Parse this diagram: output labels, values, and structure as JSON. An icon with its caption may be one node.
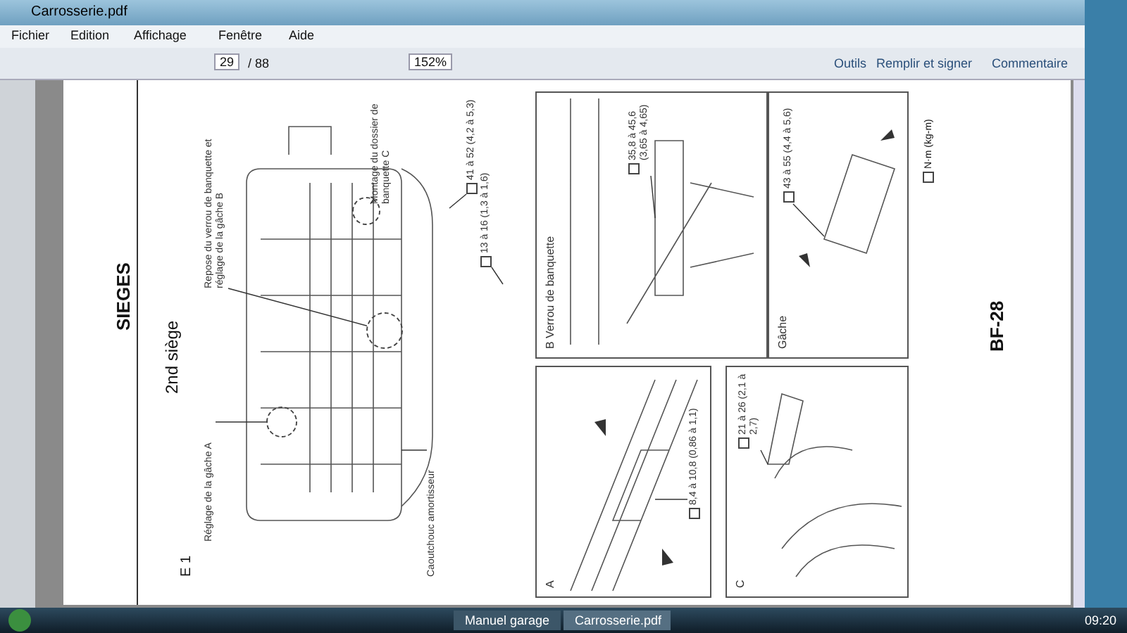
{
  "diagram": {
    "nodes": [
      {
        "text": [
          "Réglage de la gâche A"
        ]
      },
      {
        "text": [],
        "shape": "circle"
      },
      {
        "text": [
          "Repose du verrou de banquette et réglage de la gâche B"
        ]
      },
      {
        "text": [],
        "shape": "circle"
      },
      {
        "text": [
          "Montage du dossier de banquette C"
        ]
      },
      {
        "text": [],
        "shape": "circle"
      },
      {
        "text": [
          "41 à 52 (4,2 à 5,3)"
        ]
      },
      {
        "text": [
          "13 à 16 (1,3 à 1,6)"
        ]
      },
      {
        "text": [
          "Caoutchouc amortisseur"
        ]
      },
      {
        "text": [
          "B Verrou de banquette"
        ]
      },
      {
        "text": [
          "35,8 à 45,6 (3,65 à 4,65)"
        ],
        "in": 9
      },
      {
        "text": [
          "Gâche"
        ]
      },
      {
        "text": [
          "43 à 55 (4,4 à 5,6)"
        ],
        "in": 11
      },
      {
        "text": [
          "A"
        ]
      },
      {
        "text": [
          "8,4 à 10,8 (0,86 à 1,1)"
        ],
        "in": 13
      },
      {
        "text": [
          "C"
        ]
      },
      {
        "text": [
          "21 à 26 (2,1 à 2,7)"
        ],
        "in": 15
      }
    ],
    "edges": [
      {
        "from": 0,
        "to": 1,
        "arrow": "none"
      },
      {
        "from": 2,
        "to": 3,
        "arrow": "none"
      },
      {
        "from": 4,
        "to": 5,
        "arrow": "none"
      },
      {
        "from": 6,
        "to": null,
        "arrow": "none"
      },
      {
        "from": 7,
        "to": null,
        "arrow": "none"
      },
      {
        "from": 8,
        "to": null,
        "arrow": "none"
      },
      {
        "from": 10,
        "to": null,
        "arrow": "none"
      },
      {
        "from": 12,
        "to": null,
        "arrow": "none"
      },
      {
        "from": 14,
        "to": null,
        "arrow": "none"
      },
      {
        "from": 16,
        "to": null,
        "arrow": "none"
      }
    ],
    "labels": [
      "Carrosserie.pdf",
      "Fichier",
      "Edition",
      "Affichage",
      "Fenêtre",
      "Aide",
      "29",
      "/ 88",
      "152%",
      "Outils",
      "Remplir et signer",
      "Commentaire",
      "SIEGES",
      "2nd siège",
      "E 1",
      "N·m (kg-m)",
      "BF-28",
      "Manuel garage",
      "Carrosserie.pdf",
      "09:20"
    ]
  }
}
